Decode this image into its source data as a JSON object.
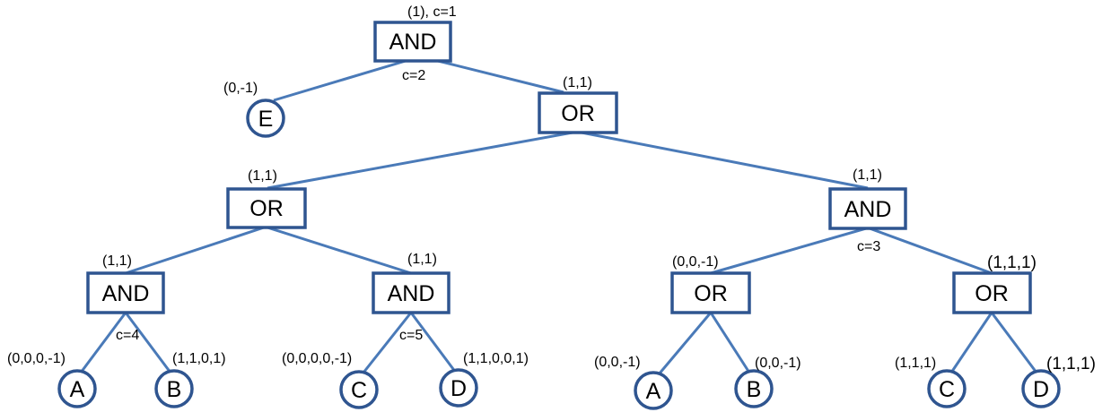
{
  "colors": {
    "edge": "#4a7ab8",
    "node_border": "#2f5590",
    "background": "#ffffff",
    "text": "#000000"
  },
  "tree": {
    "root": {
      "gate": "AND",
      "label": "(1), c=1",
      "c_label": "c=2",
      "leaf_e": {
        "name": "E",
        "label": "(0,-1)"
      },
      "or_mid": {
        "gate": "OR",
        "label": "(1,1)",
        "left_or": {
          "gate": "OR",
          "label": "(1,1)",
          "and_left": {
            "gate": "AND",
            "label": "(1,1)",
            "c_label": "c=4",
            "leaf_a": {
              "name": "A",
              "label": "(0,0,0,-1)"
            },
            "leaf_b": {
              "name": "B",
              "label": "(1,1,0,1)"
            }
          },
          "and_right": {
            "gate": "AND",
            "label": "(1,1)",
            "c_label": "c=5",
            "leaf_c": {
              "name": "C",
              "label": "(0,0,0,0,-1)"
            },
            "leaf_d": {
              "name": "D",
              "label": "(1,1,0,0,1)"
            }
          }
        },
        "right_and": {
          "gate": "AND",
          "label": "(1,1)",
          "c_label": "c=3",
          "or_left": {
            "gate": "OR",
            "label": "(0,0,-1)",
            "leaf_a": {
              "name": "A",
              "label": "(0,0,-1)"
            },
            "leaf_b": {
              "name": "B",
              "label": "(0,0,-1)"
            }
          },
          "or_right": {
            "gate": "OR",
            "label": "(1,1,1)",
            "leaf_c": {
              "name": "C",
              "label": "(1,1,1)"
            },
            "leaf_d": {
              "name": "D",
              "label": "(1,1,1)"
            }
          }
        }
      }
    }
  }
}
